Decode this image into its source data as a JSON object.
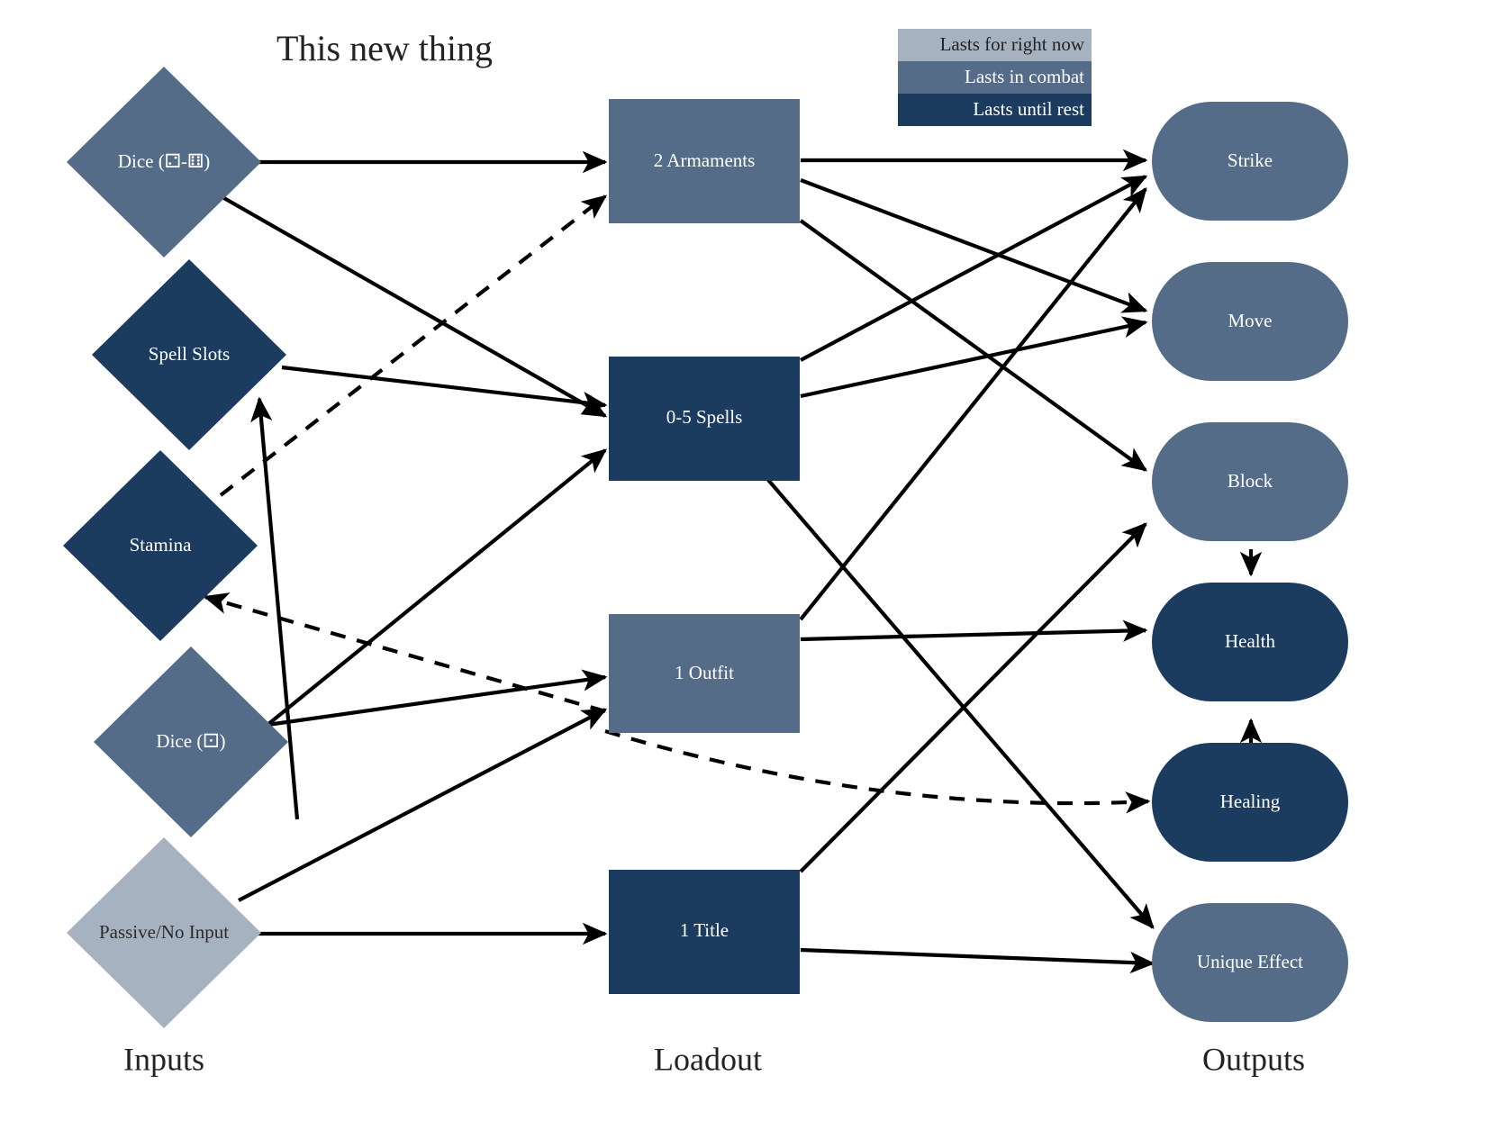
{
  "title": "This new thing",
  "colors": {
    "light": "#a7b2c0",
    "medium": "#556c88",
    "dark": "#1b3b5f",
    "edge": "#000000",
    "text_dark": "#232323",
    "text_light": "#ffffff"
  },
  "legend": {
    "items": [
      {
        "label": "Lasts for right now",
        "color": "#a7b2c0",
        "text_color": "#232323"
      },
      {
        "label": "Lasts in combat",
        "color": "#556c88",
        "text_color": "#ffffff"
      },
      {
        "label": "Lasts until rest",
        "color": "#1b3b5f",
        "text_color": "#ffffff"
      }
    ]
  },
  "columns": {
    "inputs": "Inputs",
    "loadout": "Loadout",
    "outputs": "Outputs"
  },
  "inputs": [
    {
      "id": "dice26",
      "label": "Dice (⚁-⚅)",
      "tier": "medium"
    },
    {
      "id": "spell-slots",
      "label": "Spell Slots",
      "tier": "dark"
    },
    {
      "id": "stamina",
      "label": "Stamina",
      "tier": "dark"
    },
    {
      "id": "dice1",
      "label": "Dice (⚀)",
      "tier": "medium"
    },
    {
      "id": "passive",
      "label": "Passive/No Input",
      "tier": "light"
    }
  ],
  "loadout": [
    {
      "id": "armaments",
      "label": "2 Armaments",
      "tier": "medium"
    },
    {
      "id": "spells",
      "label": "0-5 Spells",
      "tier": "dark"
    },
    {
      "id": "outfit",
      "label": "1 Outfit",
      "tier": "medium"
    },
    {
      "id": "titlecard",
      "label": "1 Title",
      "tier": "dark"
    }
  ],
  "outputs": [
    {
      "id": "strike",
      "label": "Strike",
      "tier": "medium"
    },
    {
      "id": "move",
      "label": "Move",
      "tier": "medium"
    },
    {
      "id": "block",
      "label": "Block",
      "tier": "medium"
    },
    {
      "id": "health",
      "label": "Health",
      "tier": "dark"
    },
    {
      "id": "healing",
      "label": "Healing",
      "tier": "dark"
    },
    {
      "id": "unique",
      "label": "Unique Effect",
      "tier": "medium"
    }
  ],
  "edges": [
    {
      "from": "dice26",
      "to": "armaments",
      "style": "solid"
    },
    {
      "from": "dice26",
      "to": "spells",
      "style": "solid"
    },
    {
      "from": "spell-slots",
      "to": "spells",
      "style": "solid"
    },
    {
      "from": "stamina",
      "to": "armaments",
      "style": "dashed"
    },
    {
      "from": "dice1",
      "to": "spell-slots",
      "style": "solid"
    },
    {
      "from": "dice1",
      "to": "outfit",
      "style": "solid"
    },
    {
      "from": "dice1",
      "to": "spells",
      "style": "solid"
    },
    {
      "from": "passive",
      "to": "outfit",
      "style": "solid"
    },
    {
      "from": "passive",
      "to": "titlecard",
      "style": "solid"
    },
    {
      "from": "armaments",
      "to": "strike",
      "style": "solid"
    },
    {
      "from": "armaments",
      "to": "move",
      "style": "solid"
    },
    {
      "from": "armaments",
      "to": "block",
      "style": "solid"
    },
    {
      "from": "spells",
      "to": "strike",
      "style": "solid"
    },
    {
      "from": "spells",
      "to": "move",
      "style": "solid"
    },
    {
      "from": "spells",
      "to": "unique",
      "style": "solid"
    },
    {
      "from": "outfit",
      "to": "strike",
      "style": "solid"
    },
    {
      "from": "outfit",
      "to": "move",
      "style": "solid"
    },
    {
      "from": "outfit",
      "to": "stamina",
      "style": "dashed"
    },
    {
      "from": "outfit",
      "to": "healing",
      "style": "dashed"
    },
    {
      "from": "titlecard",
      "to": "health",
      "style": "solid"
    },
    {
      "from": "titlecard",
      "to": "unique",
      "style": "solid"
    },
    {
      "from": "block",
      "to": "health",
      "style": "solid"
    },
    {
      "from": "healing",
      "to": "health",
      "style": "solid"
    }
  ]
}
